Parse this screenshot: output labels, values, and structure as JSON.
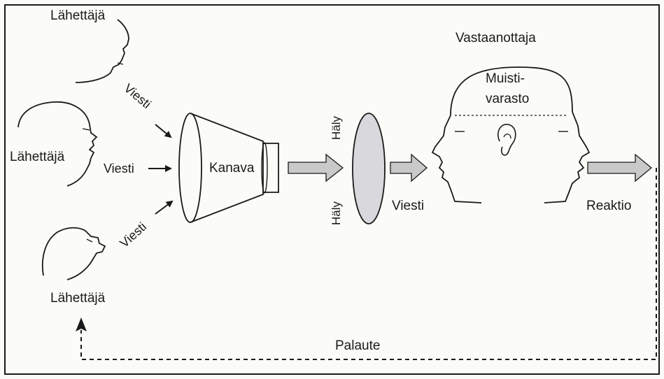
{
  "labels": {
    "sender_top": "Lähettäjä",
    "sender_middle": "Lähettäjä",
    "sender_bottom": "Lähettäjä",
    "message_top": "Viesti",
    "message_middle": "Viesti",
    "message_bottom": "Viesti",
    "channel": "Kanava",
    "noise_top": "Häly",
    "noise_bottom": "Häly",
    "message_right": "Viesti",
    "receiver": "Vastaanottaja",
    "memory_line1": "Muisti-",
    "memory_line2": "varasto",
    "reaction": "Reaktio",
    "feedback": "Palaute"
  },
  "colors": {
    "line": "#1a1a1a",
    "arrow_fill": "#c9c9c9",
    "filter_fill": "#d9d9dd",
    "background": "#fbfbf8"
  }
}
